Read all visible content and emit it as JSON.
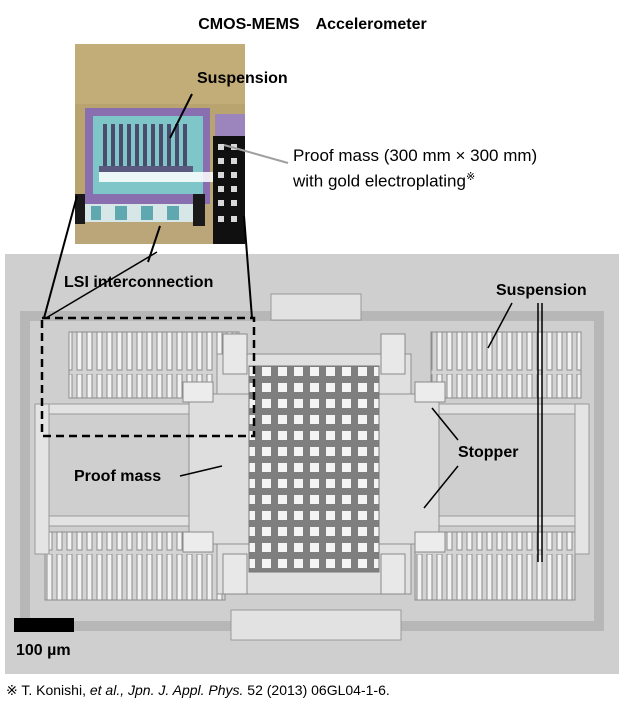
{
  "title": "CMOS-MEMS　Accelerometer",
  "labels": {
    "suspension_inset": "Suspension",
    "proof_mass_line1": "Proof mass (300 mm × 300 mm)",
    "proof_mass_line2": "with gold electroplating",
    "proof_mass_mark": "※",
    "lsi": "LSI interconnection",
    "suspension_sem": "Suspension",
    "stopper": "Stopper",
    "proof_mass_sem": "Proof mass",
    "scale": "100 µm"
  },
  "footnote": {
    "mark": "※",
    "author": " T. Konishi, ",
    "etal": "et al., Jpn. J. Appl. Phys.",
    "rest": " 52 (2013) 06GL04-1-6."
  }
}
